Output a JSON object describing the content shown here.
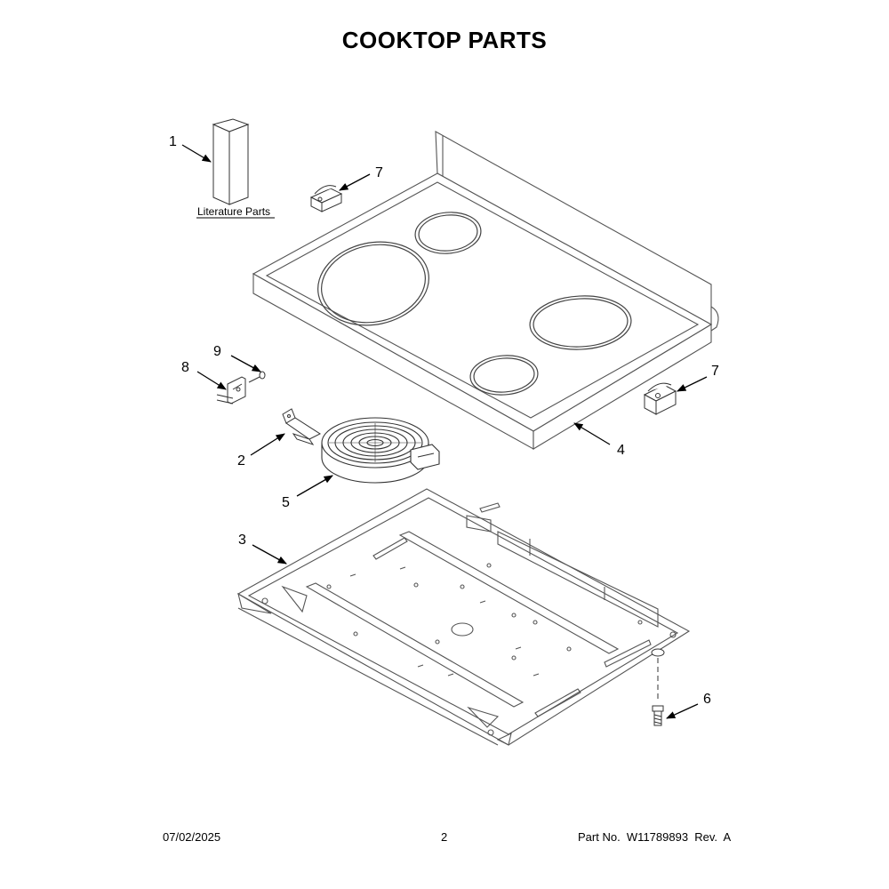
{
  "title": "COOKTOP PARTS",
  "literature_label": "Literature Parts",
  "callouts": {
    "c1": "1",
    "c2": "2",
    "c3": "3",
    "c4": "4",
    "c5": "5",
    "c6": "6",
    "c7a": "7",
    "c7b": "7",
    "c8": "8",
    "c9": "9"
  },
  "footer": {
    "date": "07/02/2025",
    "page": "2",
    "part_no": "Part No.  W11789893  Rev.  A"
  }
}
